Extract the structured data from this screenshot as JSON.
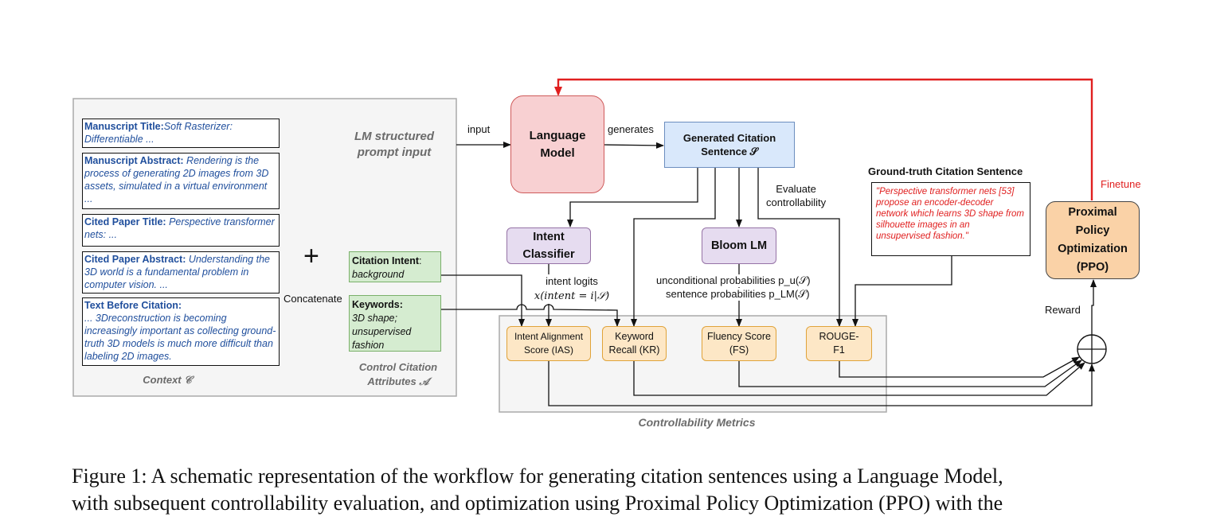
{
  "context": {
    "manuscript_title": {
      "label": "Manuscript Title",
      "sep": ":",
      "value": "Soft Rasterizer: Differentiable ..."
    },
    "manuscript_abstract": {
      "label": "Manuscript Abstract",
      "sep": ": ",
      "value": "Rendering is the process of  generating 2D images from 3D assets,  simulated in a virtual environment ..."
    },
    "cited_title": {
      "label": "Cited Paper Title",
      "sep": ": ",
      "value": "Perspective transformer nets:  ..."
    },
    "cited_abstract": {
      "label": "Cited Paper Abstract",
      "sep": ": ",
      "value": "Understanding the 3D  world is a fundamental problem in  computer  vision. ..."
    },
    "text_before": {
      "label": "Text Before Citation",
      "sep": ":",
      "value": "...  3Dreconstruction is becoming increasingly important as collecting ground-truth 3D models is much more difficult than labeling 2D images."
    },
    "footer_label": "Context 𝒞"
  },
  "prompt_label_line1": "LM structured",
  "prompt_label_line2": "prompt input",
  "plus_symbol": "+",
  "concatenate_label": "Concatenate",
  "attributes": {
    "intent": {
      "label": "Citation Intent",
      "sep": ":",
      "value": "background"
    },
    "keywords": {
      "label": "Keywords:",
      "value": "3D shape; unsupervised fashion"
    },
    "footer_line1": "Control Citation",
    "footer_line2": "Attributes 𝒜"
  },
  "edges": {
    "input": "input",
    "generates": "generates",
    "evaluate_line1": "Evaluate",
    "evaluate_line2": "controllability",
    "intent_logits_line1": "intent logits",
    "intent_logits_line2": "x(intent = i|𝒮)",
    "uncond_prob": "unconditional probabilities p_u(𝒮)",
    "sent_prob": "sentence probabilities p_LM(𝒮)",
    "reward": "Reward",
    "finetune": "Finetune"
  },
  "nodes": {
    "language_model_line1": "Language",
    "language_model_line2": "Model",
    "generated_line1": "Generated Citation",
    "generated_line2": "Sentence 𝒮",
    "intent_classifier_line1": "Intent",
    "intent_classifier_line2": "Classifier",
    "bloom_lm": "Bloom LM",
    "ppo_line1": "Proximal",
    "ppo_line2": "Policy",
    "ppo_line3": "Optimization",
    "ppo_line4": "(PPO)"
  },
  "ground_truth": {
    "title": "Ground-truth Citation Sentence",
    "text": "\"Perspective transformer nets [53] propose an encoder-decoder network which learns 3D shape from silhouette images in an unsupervised fashion.\""
  },
  "metrics": {
    "ias_line1": "Intent Alignment",
    "ias_line2": "Score (IAS)",
    "kr_line1": "Keyword",
    "kr_line2": "Recall (KR)",
    "fs_line1": "Fluency Score",
    "fs_line2": "(FS)",
    "rouge_line1": "ROUGE-",
    "rouge_line2": "F1",
    "group_label": "Controllability Metrics"
  },
  "caption": {
    "line1": "Figure 1: A schematic representation of the workflow for generating citation sentences using a Language Model,",
    "line2": "with subsequent controllability evaluation, and optimization using Proximal Policy Optimization (PPO) with the"
  },
  "colors": {
    "feedback": "#e01f1f",
    "lm_fill": "#f8d0d2",
    "lm_stroke": "#cf5a5a",
    "generated_fill": "#d9e8fb",
    "generated_stroke": "#6c8ebf",
    "purple_fill": "#e6dcf0",
    "purple_stroke": "#9673a6",
    "ppo_fill": "#fad2a7",
    "ppo_stroke": "#444444",
    "metric_fill": "#fde7c6",
    "metric_stroke": "#e0a33a",
    "panel_fill": "#f5f5f5",
    "panel_stroke": "#aaaaaa"
  }
}
